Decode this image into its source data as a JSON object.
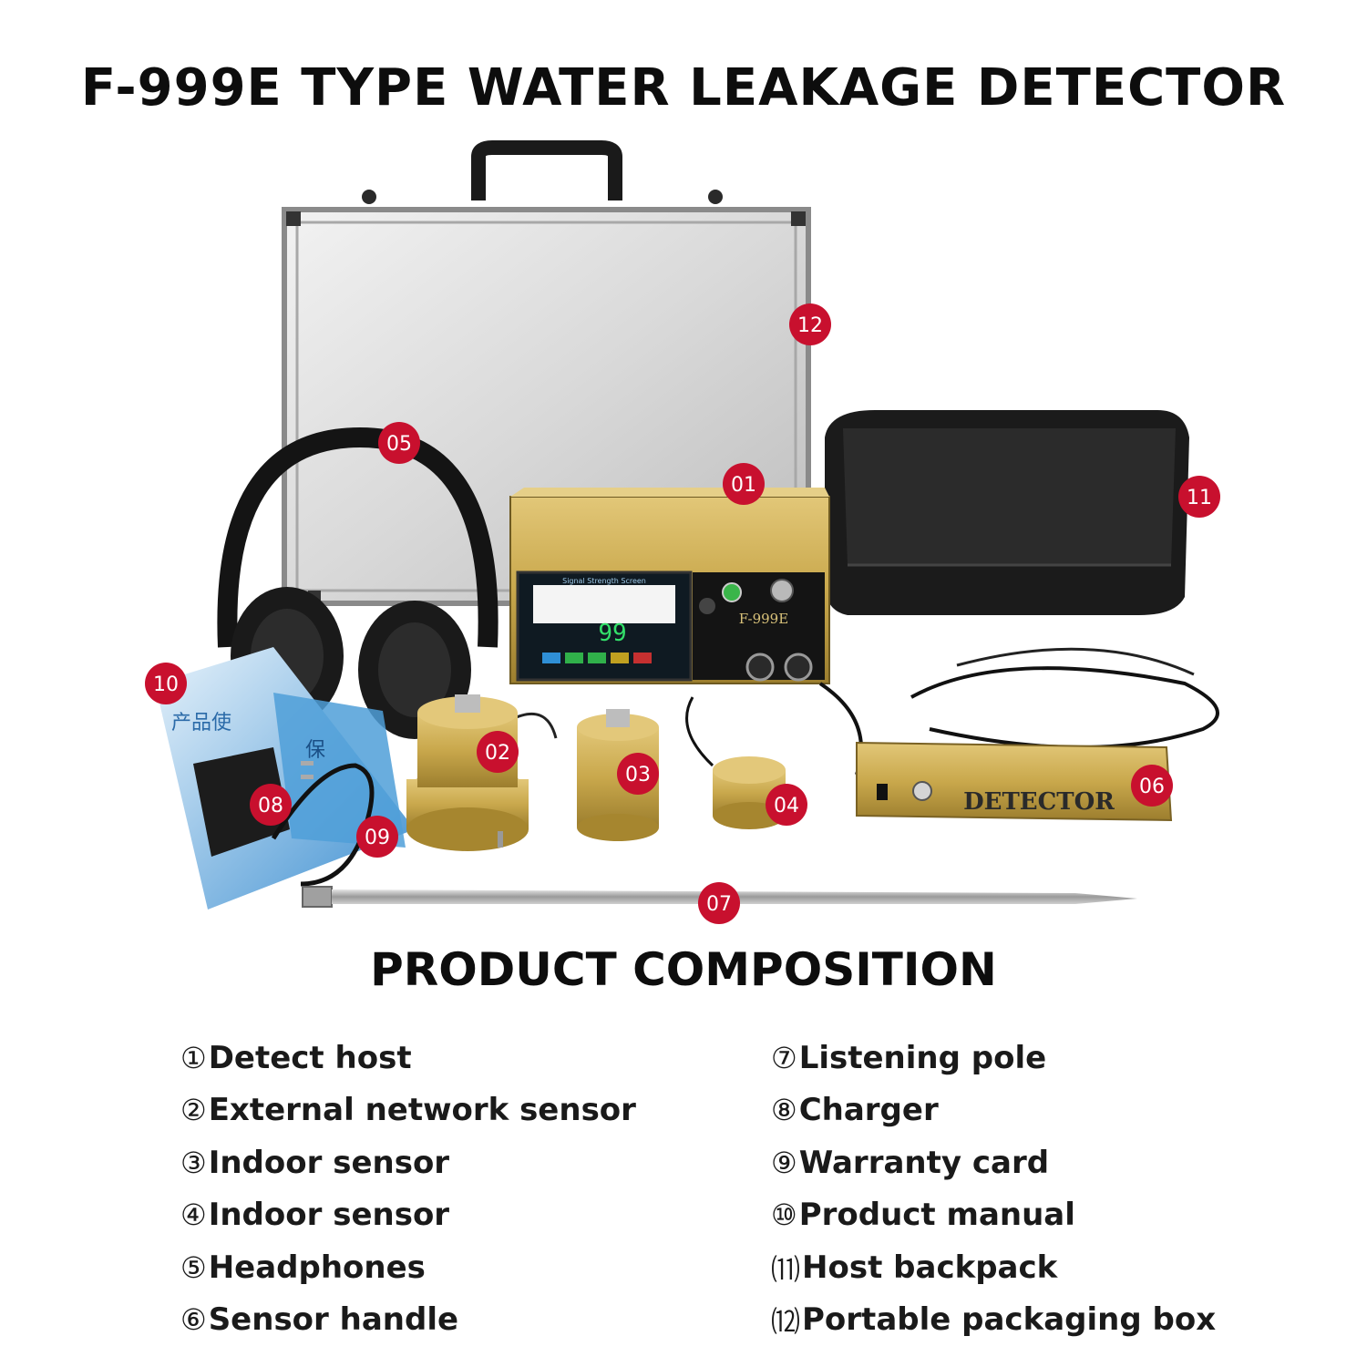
{
  "title": "F-999E TYPE WATER LEAKAGE DETECTOR",
  "section_title": "PRODUCT COMPOSITION",
  "photo_labels": {
    "m01": "01",
    "m02": "02",
    "m03": "03",
    "m04": "04",
    "m05": "05",
    "m06": "06",
    "m07": "07",
    "m08": "08",
    "m09": "09",
    "m10": "10",
    "m11": "11",
    "m12": "12"
  },
  "device": {
    "model": "F-999E",
    "screen_value": "99",
    "screen_header": "Signal Strength Screen",
    "handle_label": "DETECTOR"
  },
  "manual_text": "产品使",
  "card_text": "保",
  "components_left": [
    {
      "num": "①",
      "label": "Detect host"
    },
    {
      "num": "②",
      "label": "External network sensor"
    },
    {
      "num": "③",
      "label": "Indoor sensor"
    },
    {
      "num": "④",
      "label": "Indoor sensor"
    },
    {
      "num": "⑤",
      "label": "Headphones"
    },
    {
      "num": "⑥",
      "label": "Sensor handle"
    }
  ],
  "components_right": [
    {
      "num": "⑦",
      "label": "Listening pole"
    },
    {
      "num": "⑧",
      "label": "Charger"
    },
    {
      "num": "⑨",
      "label": "Warranty card"
    },
    {
      "num": "⑩",
      "label": "Product manual"
    },
    {
      "num": "⑾",
      "label": "Host backpack"
    },
    {
      "num": "⑿",
      "label": "Portable packaging box"
    }
  ],
  "colors": {
    "marker": "#c8102e",
    "gold": "#c9a84c",
    "case_silver": "#d6d6d6",
    "bag_black": "#1b1b1b"
  }
}
